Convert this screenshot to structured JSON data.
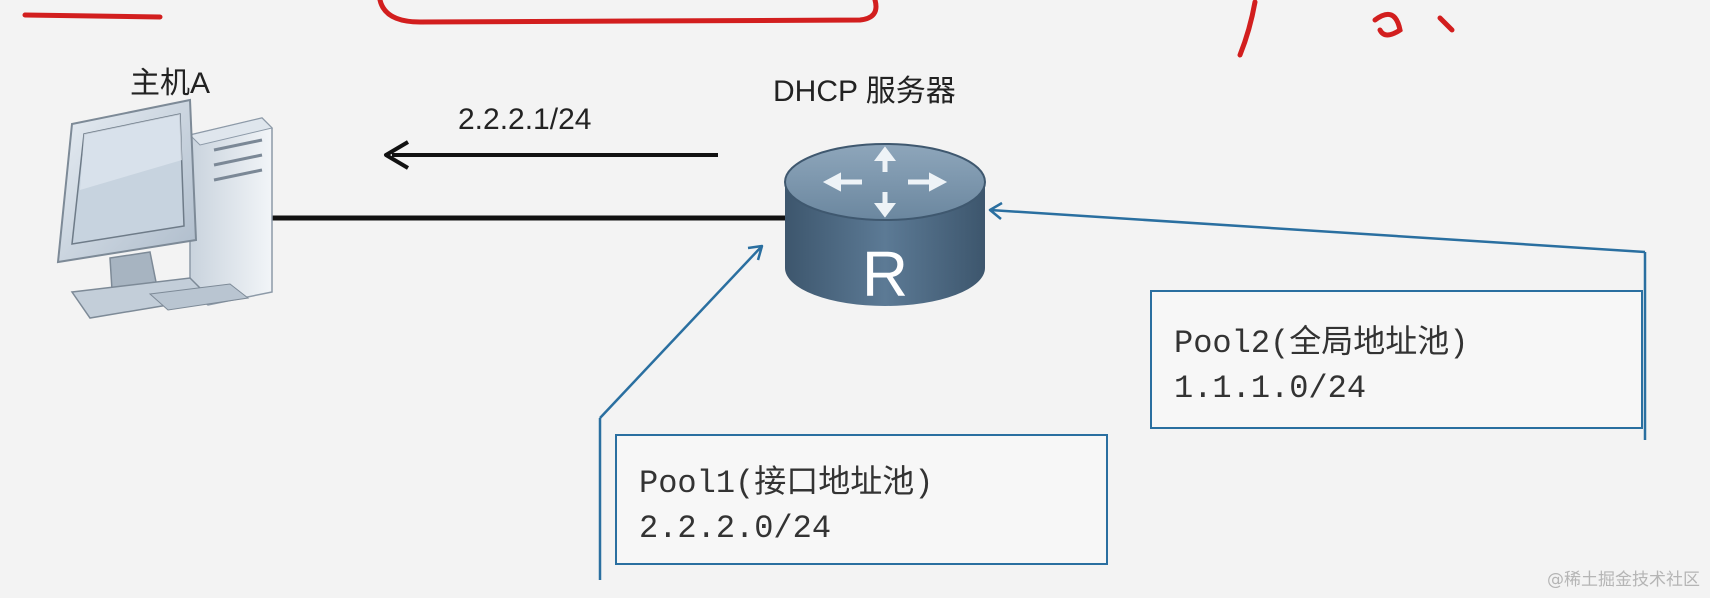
{
  "diagram": {
    "host": {
      "label": "主机A"
    },
    "server": {
      "label": "DHCP 服务器",
      "router_letter": "R"
    },
    "assigned_address": "2.2.2.1/24",
    "pools": [
      {
        "name": "Pool1(接口地址池)",
        "subnet": "2.2.2.0/24"
      },
      {
        "name": "Pool2(全局地址池)",
        "subnet": "1.1.1.0/24"
      }
    ],
    "colors": {
      "link": "#111111",
      "pool_arrow": "#2a6fa0",
      "router_body": "#4d6a84",
      "annotation": "#d21e1e"
    }
  },
  "watermark": "@稀土掘金技术社区"
}
